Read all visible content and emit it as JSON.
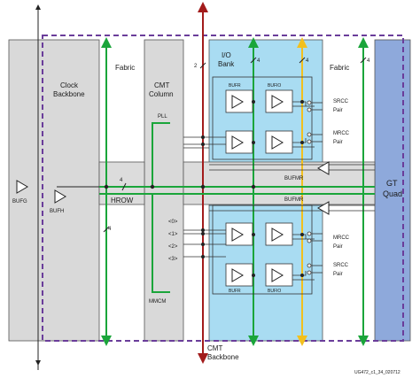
{
  "labels": {
    "fabric_left": "Fabric",
    "fabric_right": "Fabric",
    "clock_backbone_1": "Clock",
    "clock_backbone_2": "Backbone",
    "cmt_column_1": "CMT",
    "cmt_column_2": "Column",
    "io_bank_1": "I/O",
    "io_bank_2": "Bank",
    "gt_quad_1": "GT",
    "gt_quad_2": "Quad",
    "bufg": "BUFG",
    "bufh": "BUFH",
    "hrow": "HROW",
    "pll": "PLL",
    "mmcm": "MMCM",
    "bufmr_top": "BUFMR",
    "bufmr_bottom": "BUFMR",
    "bufr_top": "BUFR",
    "bufio_top": "BUFIO",
    "bufr_bottom": "BUFR",
    "bufio_bottom": "BUFIO",
    "srcc_top_1": "SRCC",
    "srcc_top_2": "Pair",
    "mrcc_top_1": "MRCC",
    "mrcc_top_2": "Pair",
    "mrcc_bottom_1": "MRCC",
    "mrcc_bottom_2": "Pair",
    "srcc_bottom_1": "SRCC",
    "srcc_bottom_2": "Pair",
    "cmt_backbone_1": "CMT",
    "cmt_backbone_2": "Backbone",
    "bus_hrow": "4",
    "bus_clock_backbone": "4",
    "bus_cmt_top": "2",
    "bus_io_top": "4",
    "bus_io_yellow": "4",
    "bus_fabric_right": "4",
    "port_0": "<0>",
    "port_1": "<1>",
    "port_2": "<2>",
    "port_3": "<3>",
    "figure_id": "UG472_c1_34_020712"
  },
  "colors": {
    "column_gray": "#d9d9d9",
    "io_bank_blue": "#a9dcf2",
    "gt_quad_blue": "#8ea9db",
    "hrow_band": "#dcdcdc",
    "dashed_border": "#6a3d9a",
    "clock_green": "#1aa53a",
    "backbone_red": "#a21b1b",
    "io_yellow": "#f2c01e"
  }
}
